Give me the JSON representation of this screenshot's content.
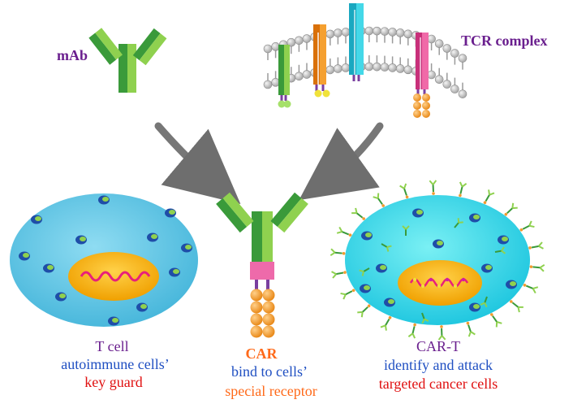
{
  "labels": {
    "mab": "mAb",
    "tcr_complex": "TCR complex",
    "tcell": {
      "title": "T cell",
      "line2": "autoimmune cells’",
      "line3": "key guard"
    },
    "car": {
      "title": "CAR",
      "line2": "bind to cells’",
      "line3": "special receptor"
    },
    "cart": {
      "title": "CAR-T",
      "line2": "identify and attack",
      "line3": "targeted cancer cells"
    }
  },
  "colors": {
    "purple_text": "#6a1f8e",
    "blue_text": "#1f4fc2",
    "red_text": "#e01010",
    "orange_text": "#ff6a1a",
    "cell_body": "#5cc8e8",
    "cell_body_bright": "#33dde8",
    "nucleus": "#f6b200",
    "dna": "#e8207a",
    "antibody_light": "#8fd14f",
    "antibody_dark": "#3a9a3a",
    "hinge_pink": "#ee6aaa",
    "signal_orange": "#f29a2e",
    "arrow_gray": "#7a7a7a",
    "membrane_gray": "#b8b8b8"
  }
}
